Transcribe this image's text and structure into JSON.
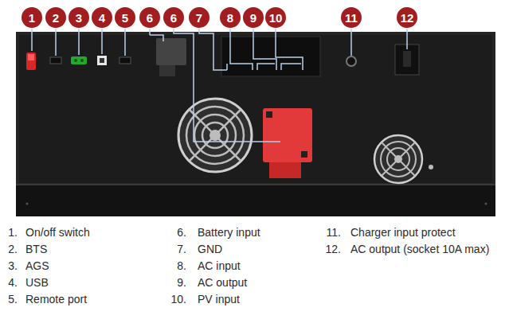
{
  "diagram": {
    "nodes": [
      {
        "text": [
          "1"
        ]
      },
      {
        "text": [
          "2"
        ]
      },
      {
        "text": [
          "3"
        ]
      },
      {
        "text": [
          "4"
        ]
      },
      {
        "text": [
          "5"
        ]
      },
      {
        "text": [
          "6"
        ]
      },
      {
        "text": [
          "6"
        ]
      },
      {
        "text": [
          "7"
        ]
      },
      {
        "text": [
          "8"
        ]
      },
      {
        "text": [
          "9"
        ]
      },
      {
        "text": [
          "10"
        ]
      },
      {
        "text": [
          "11"
        ]
      },
      {
        "text": [
          "12"
        ]
      }
    ],
    "labels": [
      "1.",
      "On/off switch",
      "2.",
      "BTS",
      "3.",
      "AGS",
      "4.",
      "USB",
      "5.",
      "Remote port",
      "6.",
      "Battery input",
      "7.",
      "GND",
      "8.",
      "AC input",
      "9.",
      "AC output",
      "10.",
      "PV input",
      "11.",
      "Charger input protect",
      "12.",
      "AC output (socket 10A max)"
    ]
  }
}
